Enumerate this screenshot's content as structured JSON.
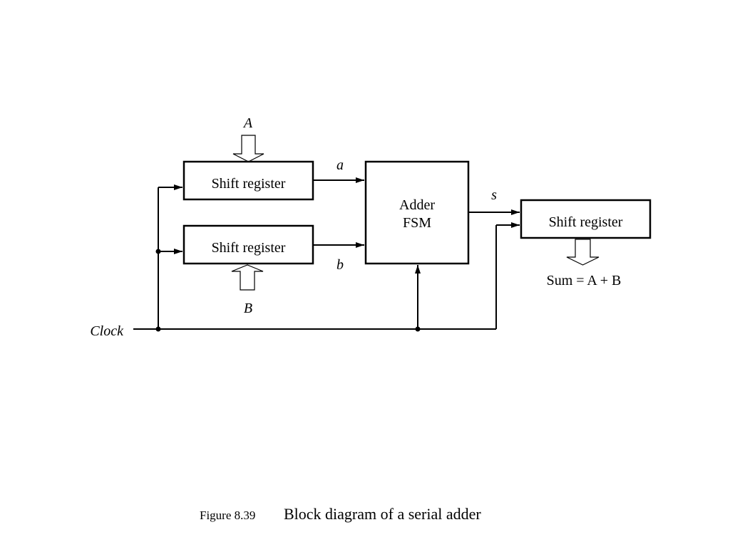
{
  "blocks": {
    "shift_a": "Shift register",
    "shift_b": "Shift register",
    "adder_line1": "Adder",
    "adder_line2": "FSM",
    "shift_sum": "Shift register"
  },
  "signals": {
    "input_A": "A",
    "input_B": "B",
    "wire_a": "a",
    "wire_b": "b",
    "wire_s": "s",
    "clock": "Clock",
    "sum_output": "Sum = A + B"
  },
  "caption": {
    "number": "Figure 8.39",
    "title": "Block diagram of a serial adder"
  }
}
